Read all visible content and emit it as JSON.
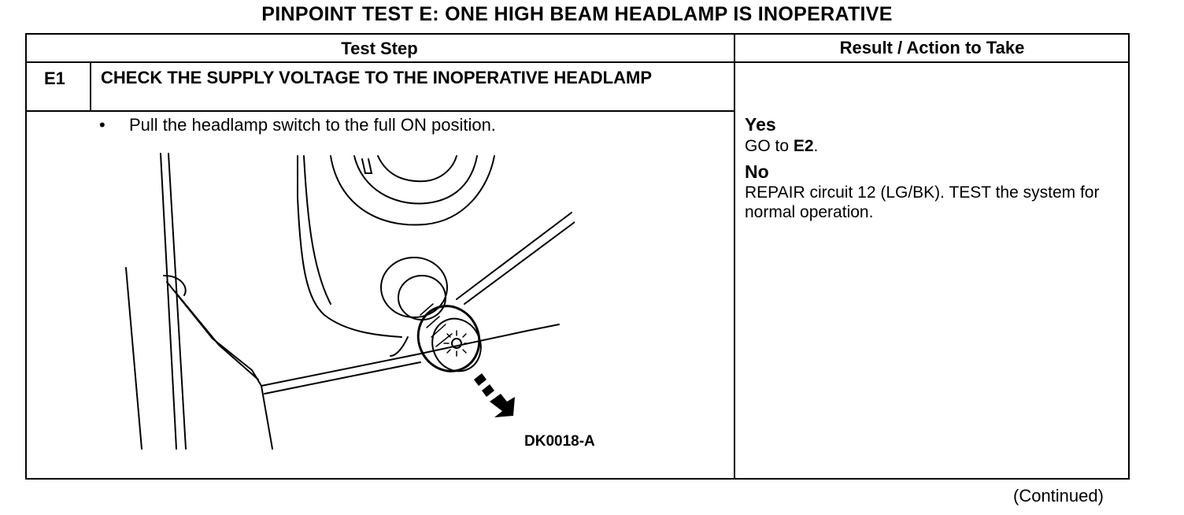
{
  "title": "PINPOINT TEST E: ONE HIGH BEAM HEADLAMP IS INOPERATIVE",
  "table": {
    "header_step": "Test Step",
    "header_result": "Result / Action to Take"
  },
  "step": {
    "id": "E1",
    "title": "CHECK THE SUPPLY VOLTAGE TO THE INOPERATIVE HEADLAMP",
    "bullet": "•",
    "instruction": "Pull the headlamp switch to the full ON position.",
    "figure_code": "DK0018-A"
  },
  "result": {
    "yes_label": "Yes",
    "yes_action_prefix": "GO to ",
    "yes_action_ref": "E2",
    "yes_action_suffix": ".",
    "no_label": "No",
    "no_action": "REPAIR circuit 12 (LG/BK). TEST the system for normal operation."
  },
  "footer": {
    "continued": "(Continued)"
  },
  "icons": {
    "figure": "headlamp-switch-illustration",
    "pull_arrow": "pull-arrow-icon"
  }
}
